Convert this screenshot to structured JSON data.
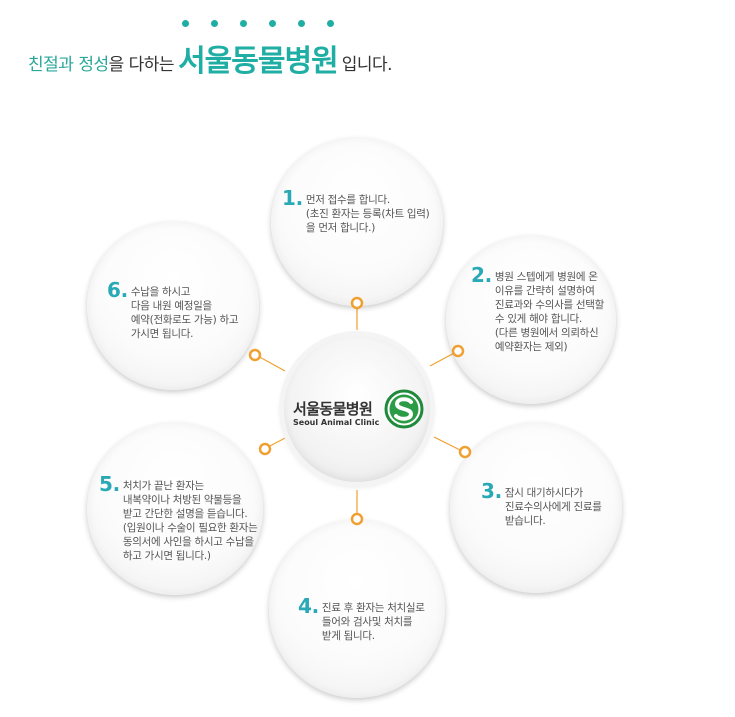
{
  "header": {
    "part1": "친절과 정성",
    "part2": "을 다하는",
    "highlight": "서울동물병원",
    "part3": "입니다."
  },
  "center": {
    "name": "서울동물병원",
    "english": "Seoul Animal Clinic",
    "logo_icon": "s-logo-icon"
  },
  "steps": [
    {
      "num": "1.",
      "text": "먼저 접수를 합니다.\n(초진 환자는 등록(차트 입력)\n을 먼저 합니다.)"
    },
    {
      "num": "2.",
      "text": "병원 스텝에게 병원에 온\n이유를 간략히 설명하여\n진료과와 수의사를 선택할\n수 있게 해야 합니다.\n(다른 병원에서 의뢰하신\n예약환자는 제외)"
    },
    {
      "num": "3.",
      "text": "잠시 대기하시다가\n진료수의사에게 진료를\n받습니다."
    },
    {
      "num": "4.",
      "text": "진료 후 환자는 처치실로\n들어와 검사및 처치를\n받게 됩니다."
    },
    {
      "num": "5.",
      "text": "처치가 끝난 환자는\n내복약이나 처방된 약물등을\n받고 간단한 설명을 듣습니다.\n(입원이나 수술이 필요한 환자는\n동의서에 사인을 하시고 수납을\n하고 가시면 됩니다.)"
    },
    {
      "num": "6.",
      "text": "수납을 하시고\n다음 내원 예정일을\n예약(전화로도 가능) 하고\n가시면 됩니다."
    }
  ],
  "colors": {
    "accent": "#1eaea3",
    "number": "#29a9b6",
    "connector": "#f0a030"
  }
}
